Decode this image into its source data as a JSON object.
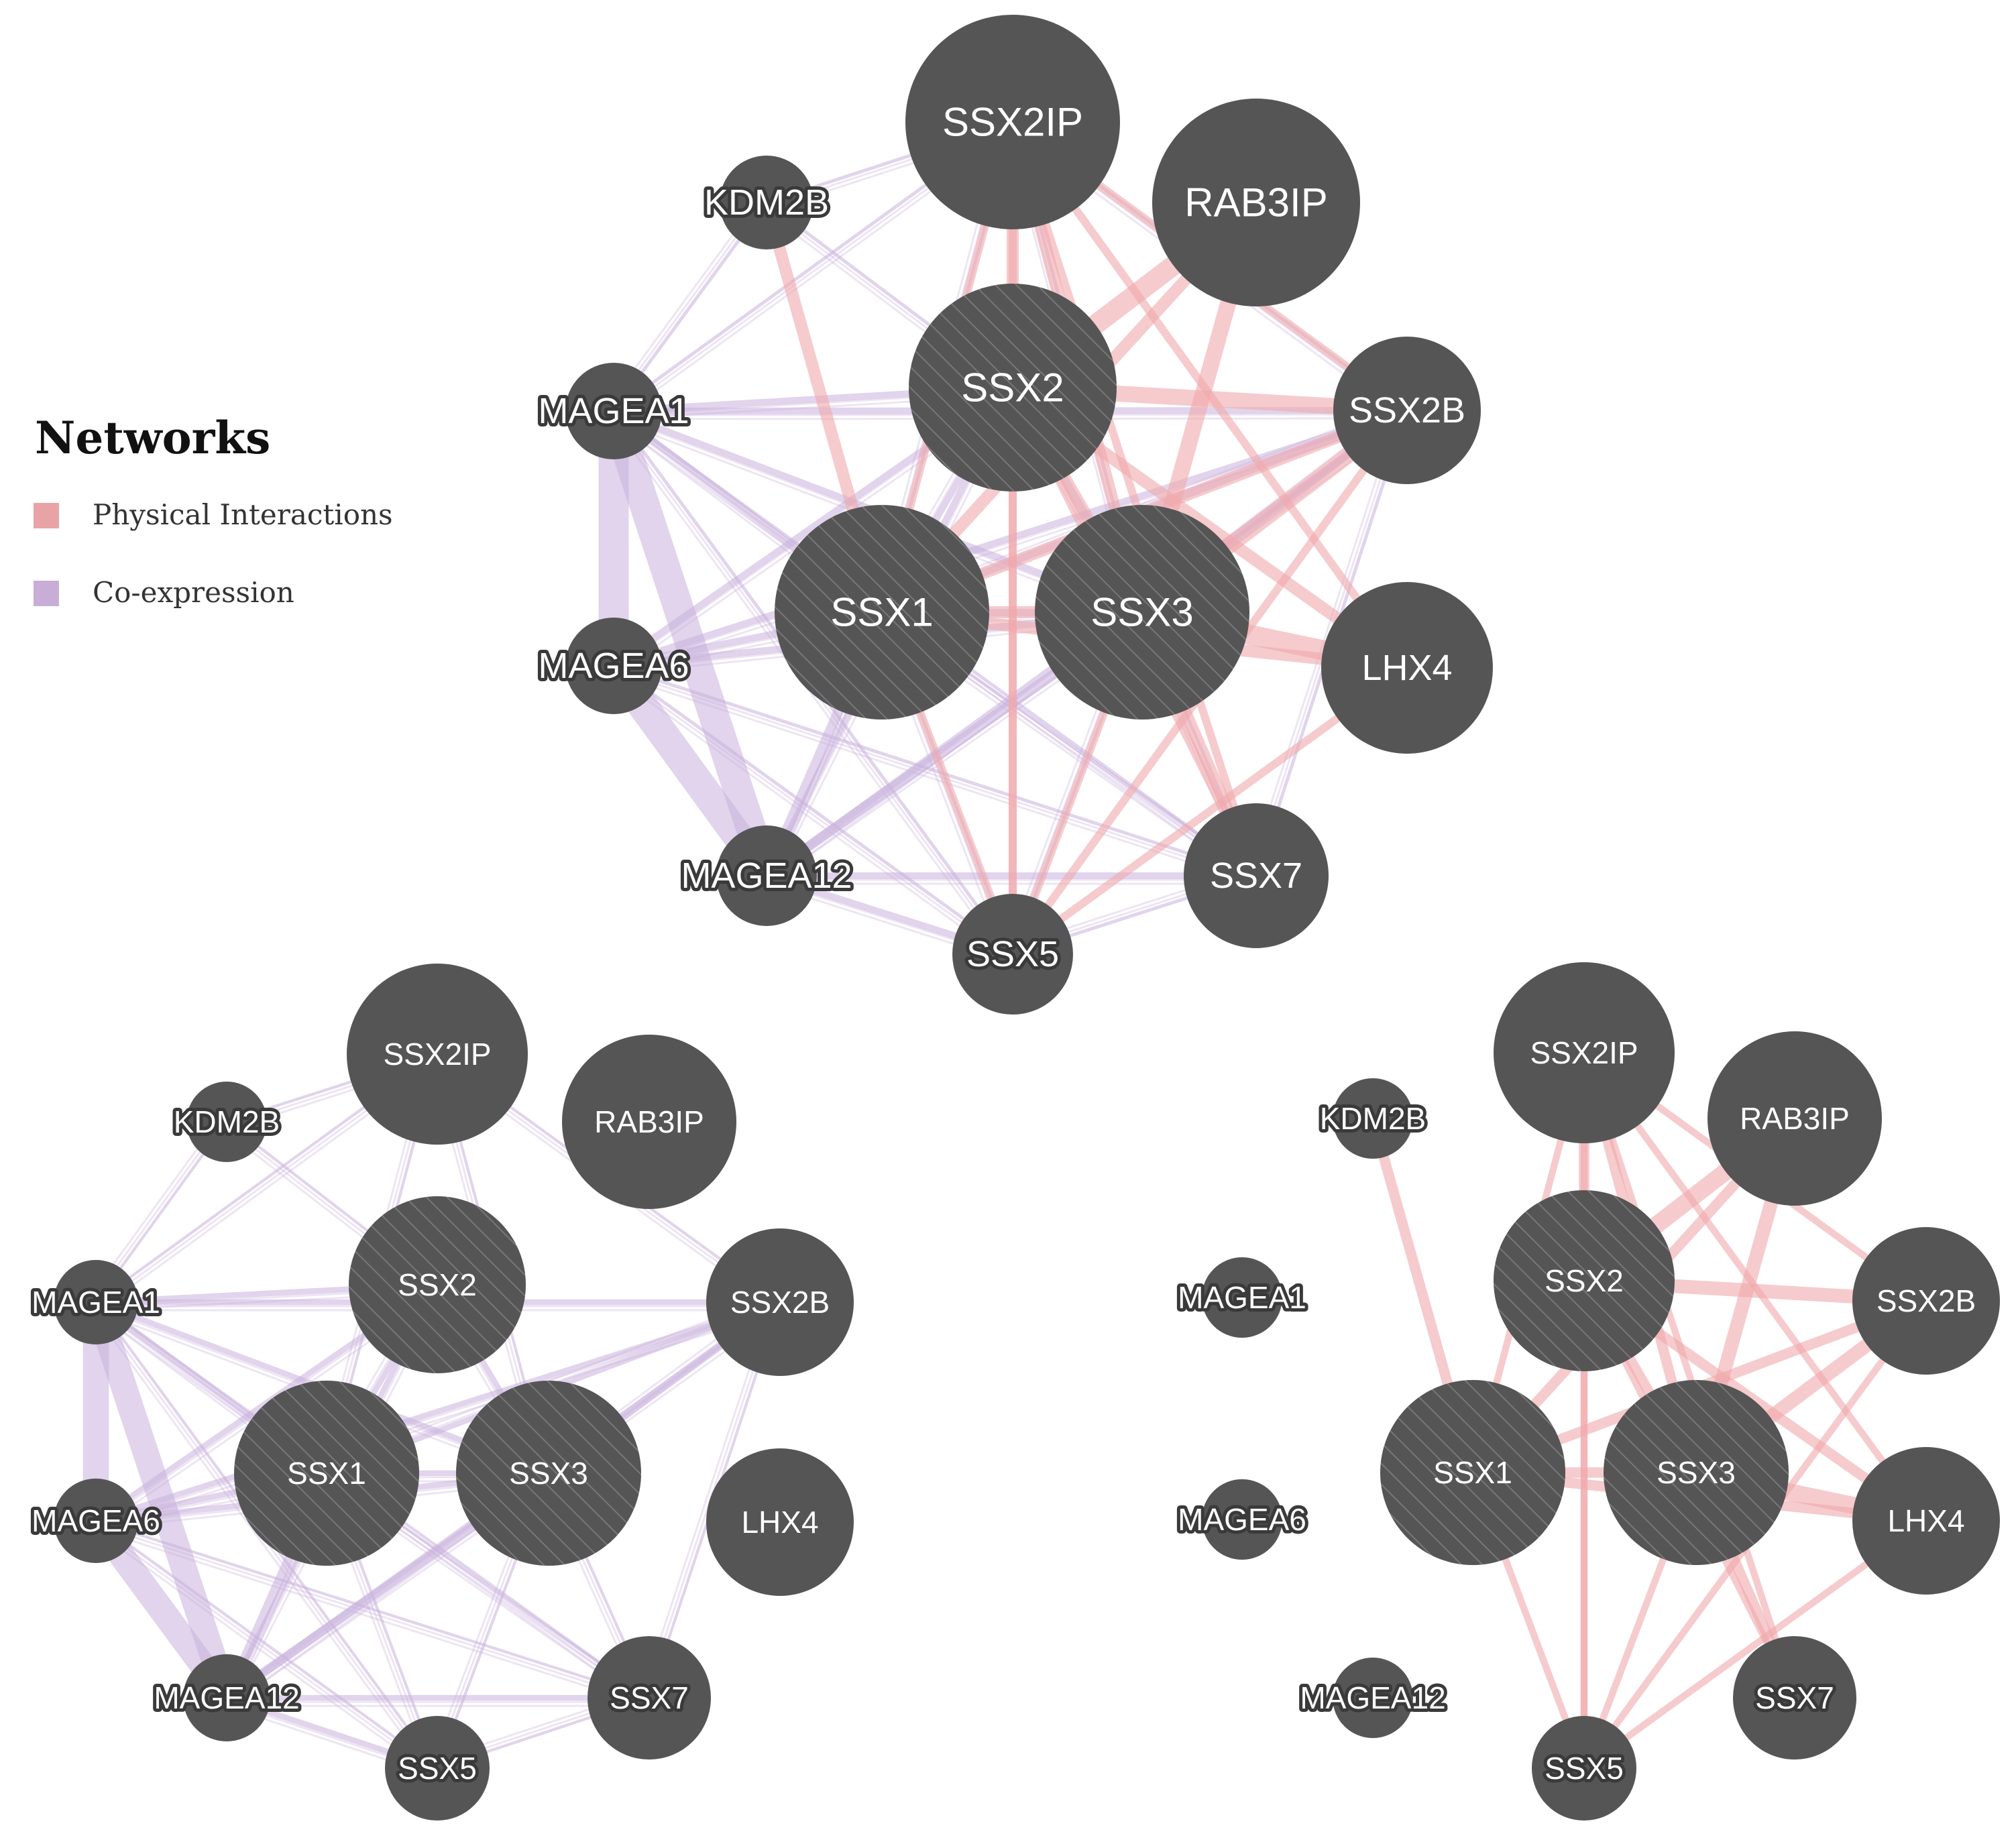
{
  "legend": {
    "title": "Networks",
    "items": [
      {
        "label": "Physical Interactions",
        "color": "#e9a3a7"
      },
      {
        "label": "Co-expression",
        "color": "#c8aed6"
      }
    ]
  },
  "colors": {
    "node_fill": "#555555",
    "node_hatch": "#7a7a7a",
    "physical_edge": "#f0a8ac",
    "coexpression_edge": "#c9b0dc"
  },
  "nodes": [
    {
      "id": "SSX2IP",
      "label": "SSX2IP",
      "query": false
    },
    {
      "id": "RAB3IP",
      "label": "RAB3IP",
      "query": false
    },
    {
      "id": "KDM2B",
      "label": "KDM2B",
      "query": false
    },
    {
      "id": "SSX2",
      "label": "SSX2",
      "query": true
    },
    {
      "id": "SSX2B",
      "label": "SSX2B",
      "query": false
    },
    {
      "id": "MAGEA1",
      "label": "MAGEA1",
      "query": false
    },
    {
      "id": "SSX1",
      "label": "SSX1",
      "query": true
    },
    {
      "id": "SSX3",
      "label": "SSX3",
      "query": true
    },
    {
      "id": "LHX4",
      "label": "LHX4",
      "query": false
    },
    {
      "id": "MAGEA6",
      "label": "MAGEA6",
      "query": false
    },
    {
      "id": "MAGEA12",
      "label": "MAGEA12",
      "query": false
    },
    {
      "id": "SSX7",
      "label": "SSX7",
      "query": false
    },
    {
      "id": "SSX5",
      "label": "SSX5",
      "query": false
    }
  ],
  "networks": [
    {
      "name": "combined",
      "show": [
        "physical",
        "coexpression"
      ]
    },
    {
      "name": "coexpression-only",
      "show": [
        "coexpression"
      ]
    },
    {
      "name": "physical-only",
      "show": [
        "physical"
      ]
    }
  ],
  "edges": {
    "physical": [
      {
        "source": "SSX2IP",
        "target": "SSX2",
        "weight": 3
      },
      {
        "source": "SSX2IP",
        "target": "SSX1",
        "weight": 2
      },
      {
        "source": "SSX2IP",
        "target": "SSX3",
        "weight": 3
      },
      {
        "source": "SSX2IP",
        "target": "SSX2B",
        "weight": 2
      },
      {
        "source": "SSX2IP",
        "target": "LHX4",
        "weight": 2
      },
      {
        "source": "SSX2IP",
        "target": "SSX7",
        "weight": 2
      },
      {
        "source": "SSX2IP",
        "target": "SSX5",
        "weight": 2
      },
      {
        "source": "RAB3IP",
        "target": "SSX2",
        "weight": 5
      },
      {
        "source": "RAB3IP",
        "target": "SSX1",
        "weight": 3
      },
      {
        "source": "RAB3IP",
        "target": "SSX3",
        "weight": 4
      },
      {
        "source": "KDM2B",
        "target": "SSX1",
        "weight": 3
      },
      {
        "source": "SSX2",
        "target": "SSX2B",
        "weight": 4
      },
      {
        "source": "SSX2",
        "target": "SSX3",
        "weight": 3
      },
      {
        "source": "SSX2",
        "target": "LHX4",
        "weight": 3
      },
      {
        "source": "SSX2",
        "target": "SSX7",
        "weight": 2
      },
      {
        "source": "SSX2",
        "target": "SSX5",
        "weight": 2
      },
      {
        "source": "SSX2B",
        "target": "SSX1",
        "weight": 3
      },
      {
        "source": "SSX2B",
        "target": "SSX3",
        "weight": 4
      },
      {
        "source": "SSX2B",
        "target": "SSX5",
        "weight": 2
      },
      {
        "source": "SSX1",
        "target": "LHX4",
        "weight": 3
      },
      {
        "source": "SSX1",
        "target": "SSX3",
        "weight": 3
      },
      {
        "source": "SSX1",
        "target": "SSX5",
        "weight": 2
      },
      {
        "source": "SSX3",
        "target": "LHX4",
        "weight": 5
      },
      {
        "source": "SSX3",
        "target": "SSX7",
        "weight": 3
      },
      {
        "source": "SSX3",
        "target": "SSX5",
        "weight": 2
      },
      {
        "source": "LHX4",
        "target": "SSX5",
        "weight": 2
      }
    ],
    "coexpression": [
      {
        "source": "MAGEA1",
        "target": "MAGEA6",
        "weight": 9
      },
      {
        "source": "MAGEA1",
        "target": "MAGEA12",
        "weight": 9
      },
      {
        "source": "MAGEA6",
        "target": "MAGEA12",
        "weight": 9
      },
      {
        "source": "MAGEA1",
        "target": "SSX2IP",
        "weight": 1
      },
      {
        "source": "MAGEA1",
        "target": "SSX2",
        "weight": 2
      },
      {
        "source": "MAGEA1",
        "target": "SSX2B",
        "weight": 2
      },
      {
        "source": "MAGEA1",
        "target": "SSX1",
        "weight": 2
      },
      {
        "source": "MAGEA1",
        "target": "SSX3",
        "weight": 2
      },
      {
        "source": "MAGEA1",
        "target": "SSX7",
        "weight": 1
      },
      {
        "source": "MAGEA1",
        "target": "SSX5",
        "weight": 1
      },
      {
        "source": "MAGEA6",
        "target": "SSX2",
        "weight": 2
      },
      {
        "source": "MAGEA6",
        "target": "SSX2B",
        "weight": 2
      },
      {
        "source": "MAGEA6",
        "target": "SSX1",
        "weight": 2
      },
      {
        "source": "MAGEA6",
        "target": "SSX3",
        "weight": 2
      },
      {
        "source": "MAGEA6",
        "target": "SSX7",
        "weight": 1
      },
      {
        "source": "MAGEA6",
        "target": "SSX5",
        "weight": 1
      },
      {
        "source": "MAGEA12",
        "target": "SSX2",
        "weight": 2
      },
      {
        "source": "MAGEA12",
        "target": "SSX2B",
        "weight": 2
      },
      {
        "source": "MAGEA12",
        "target": "SSX1",
        "weight": 3
      },
      {
        "source": "MAGEA12",
        "target": "SSX3",
        "weight": 3
      },
      {
        "source": "MAGEA12",
        "target": "SSX7",
        "weight": 2
      },
      {
        "source": "MAGEA12",
        "target": "SSX5",
        "weight": 2
      },
      {
        "source": "KDM2B",
        "target": "SSX2IP",
        "weight": 1
      },
      {
        "source": "KDM2B",
        "target": "MAGEA1",
        "weight": 1
      },
      {
        "source": "KDM2B",
        "target": "SSX2",
        "weight": 1
      },
      {
        "source": "SSX2IP",
        "target": "SSX1",
        "weight": 1
      },
      {
        "source": "SSX2IP",
        "target": "SSX3",
        "weight": 1
      },
      {
        "source": "SSX2IP",
        "target": "SSX2B",
        "weight": 1
      },
      {
        "source": "SSX2",
        "target": "SSX1",
        "weight": 2
      },
      {
        "source": "SSX2",
        "target": "SSX3",
        "weight": 2
      },
      {
        "source": "SSX2B",
        "target": "SSX1",
        "weight": 2
      },
      {
        "source": "SSX2B",
        "target": "SSX3",
        "weight": 2
      },
      {
        "source": "SSX1",
        "target": "SSX3",
        "weight": 2
      },
      {
        "source": "SSX1",
        "target": "SSX7",
        "weight": 1
      },
      {
        "source": "SSX1",
        "target": "SSX5",
        "weight": 1
      },
      {
        "source": "SSX3",
        "target": "SSX7",
        "weight": 1
      },
      {
        "source": "SSX3",
        "target": "SSX5",
        "weight": 1
      },
      {
        "source": "SSX7",
        "target": "SSX5",
        "weight": 1
      },
      {
        "source": "SSX2B",
        "target": "SSX7",
        "weight": 1
      }
    ]
  }
}
